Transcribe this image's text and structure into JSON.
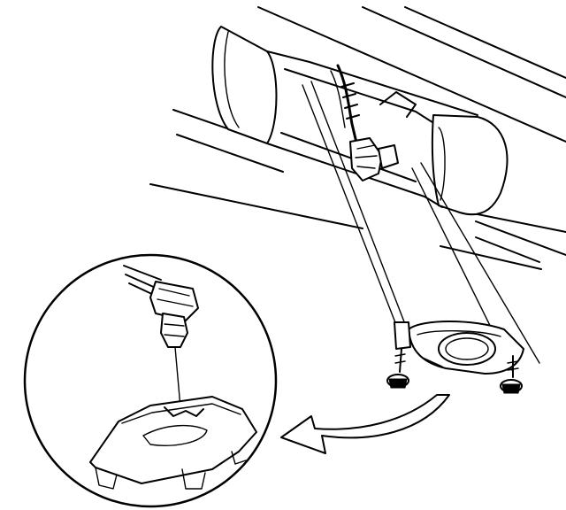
{
  "figure": {
    "components": [
      "rear-fascia",
      "license-lamp-housing",
      "bulb-socket",
      "wiring-harness",
      "lamp-assembly",
      "mounting-screw-left",
      "mounting-screw-right",
      "detail-view-circle",
      "removal-arrow"
    ],
    "colors": {
      "ink": "#000000",
      "paper": "#ffffff"
    }
  }
}
